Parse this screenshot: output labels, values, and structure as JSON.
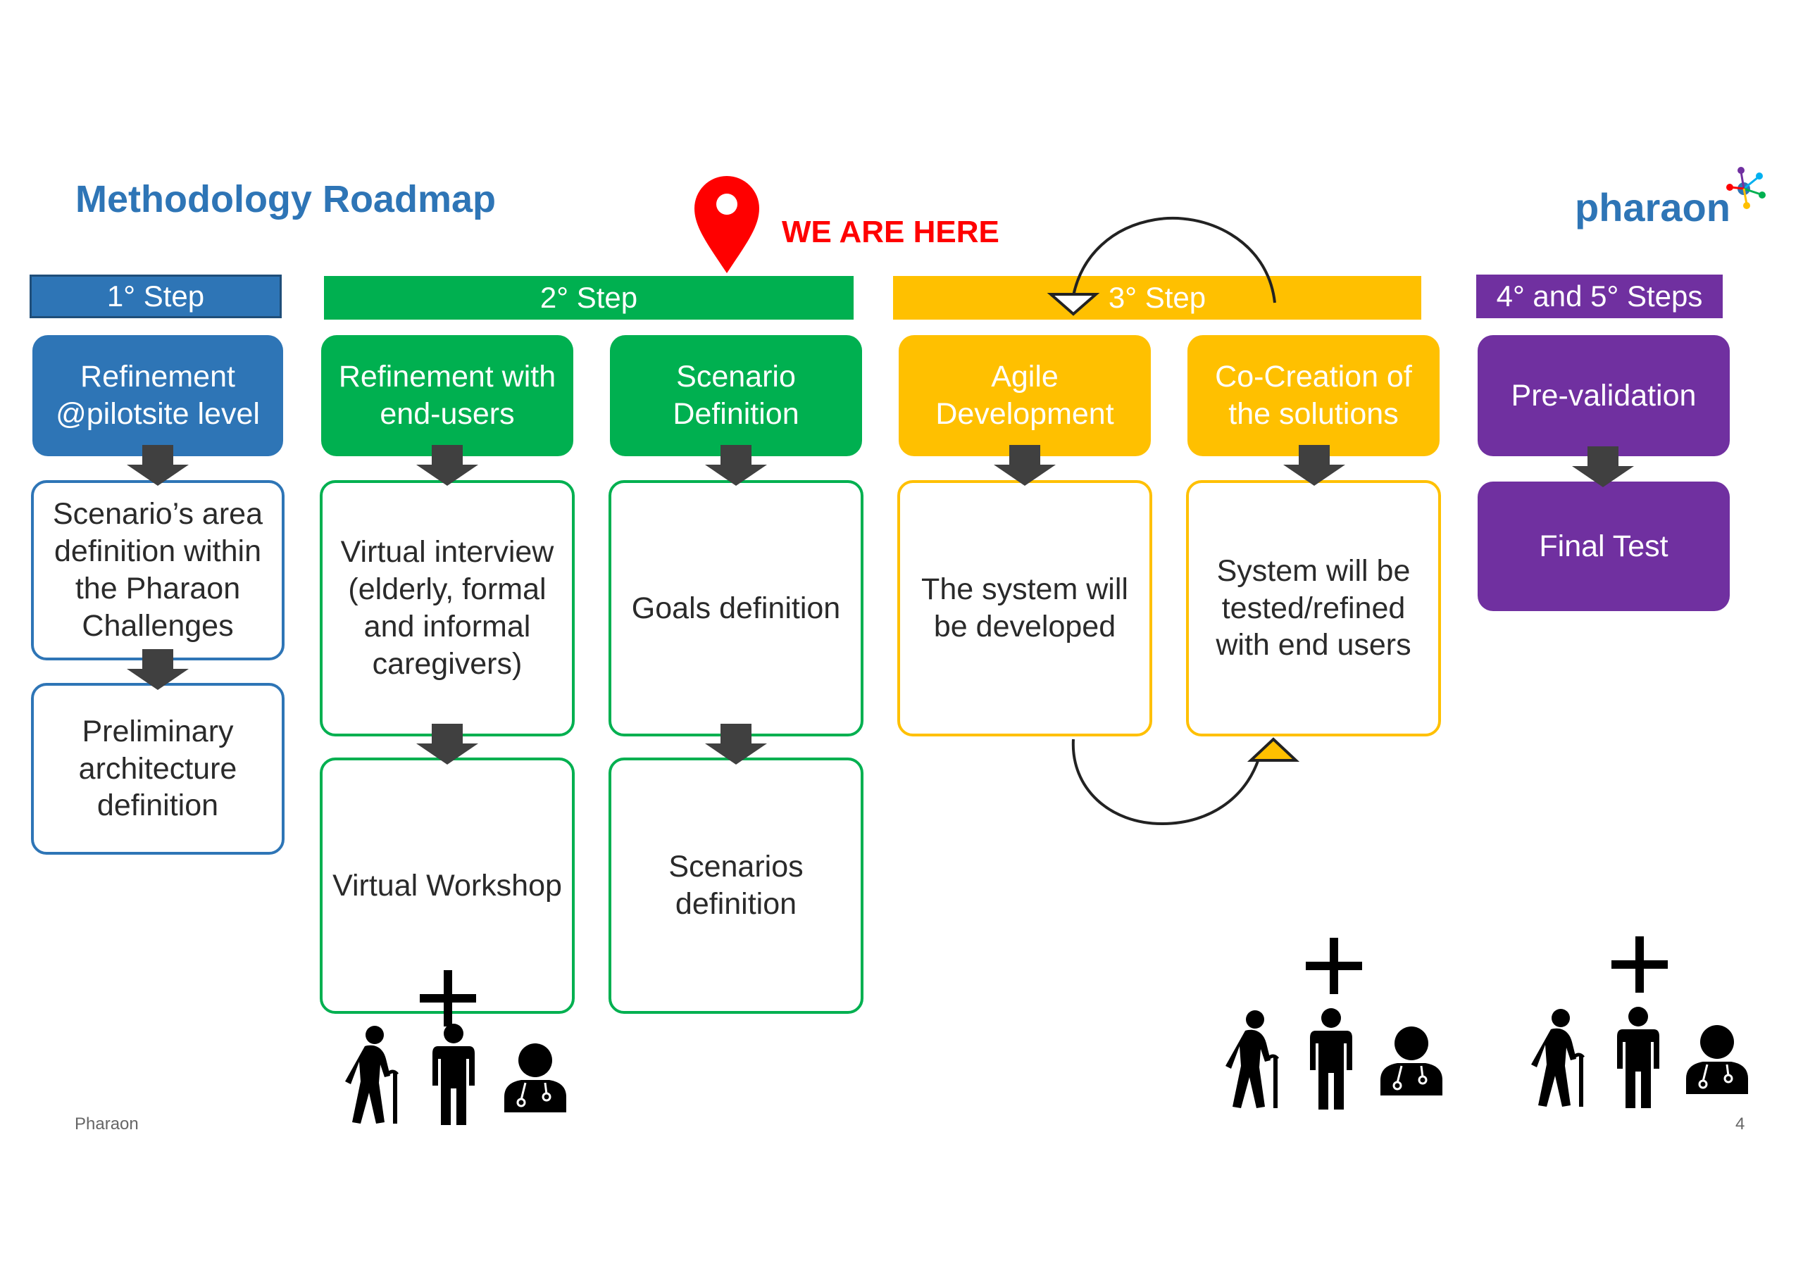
{
  "title": "Methodology Roadmap",
  "location_marker": "WE ARE HERE",
  "logo": "pharaon",
  "footer": {
    "left": "Pharaon",
    "page": "4"
  },
  "colors": {
    "blue": "#2e75b6",
    "green": "#00b050",
    "yellow": "#ffc000",
    "purple": "#7030a0",
    "arrow": "#404040",
    "pin": "#ff0000"
  },
  "steps": {
    "s1": {
      "banner": "1° Step",
      "head": "Refinement @pilotsite level",
      "box1": "Scenario’s area definition within the Pharaon Challenges",
      "box2": "Preliminary architecture definition"
    },
    "s2": {
      "banner": "2° Step",
      "a": {
        "head": "Refinement with end-users",
        "box1": "Virtual interview (elderly, formal and informal caregivers)",
        "box2": "Virtual Workshop"
      },
      "b": {
        "head": "Scenario Definition",
        "box1": "Goals definition",
        "box2": "Scenarios definition"
      }
    },
    "s3": {
      "banner": "3° Step",
      "a": {
        "head": "Agile Development",
        "box1": "The system will be developed"
      },
      "b": {
        "head": "Co-Creation of the solutions",
        "box1": "System will be tested/refined with end users"
      }
    },
    "s45": {
      "banner": "4° and 5° Steps",
      "head": "Pre-validation",
      "box1": "Final Test"
    }
  },
  "icons": [
    "elderly-person-icon",
    "person-icon",
    "doctor-icon",
    "plus-icon",
    "map-pin-icon",
    "down-arrow-icon",
    "cycle-arrow-icon"
  ]
}
